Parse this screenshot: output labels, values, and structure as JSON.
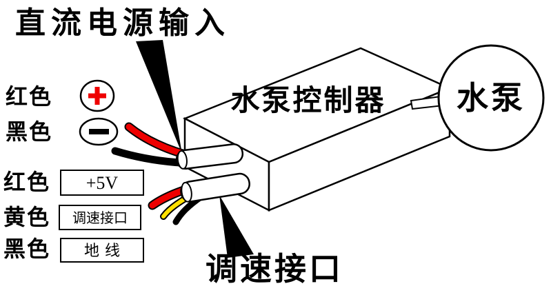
{
  "diagram": {
    "title": "直流电源输入",
    "controller_label": "水泵控制器",
    "pump_label": "水泵",
    "speed_interface_label": "调速接口",
    "legend": {
      "power_input": [
        {
          "wire_color": "红色",
          "symbol": "+"
        },
        {
          "wire_color": "黑色",
          "symbol": "−"
        }
      ],
      "speed_interface": [
        {
          "wire_color": "红色",
          "pin_label": "+5V"
        },
        {
          "wire_color": "黄色",
          "pin_label": "调速接口"
        },
        {
          "wire_color": "黑色",
          "pin_label": "地线"
        }
      ]
    },
    "colors": {
      "red": "#ee0000",
      "yellow": "#ffe000",
      "black": "#000000"
    }
  }
}
